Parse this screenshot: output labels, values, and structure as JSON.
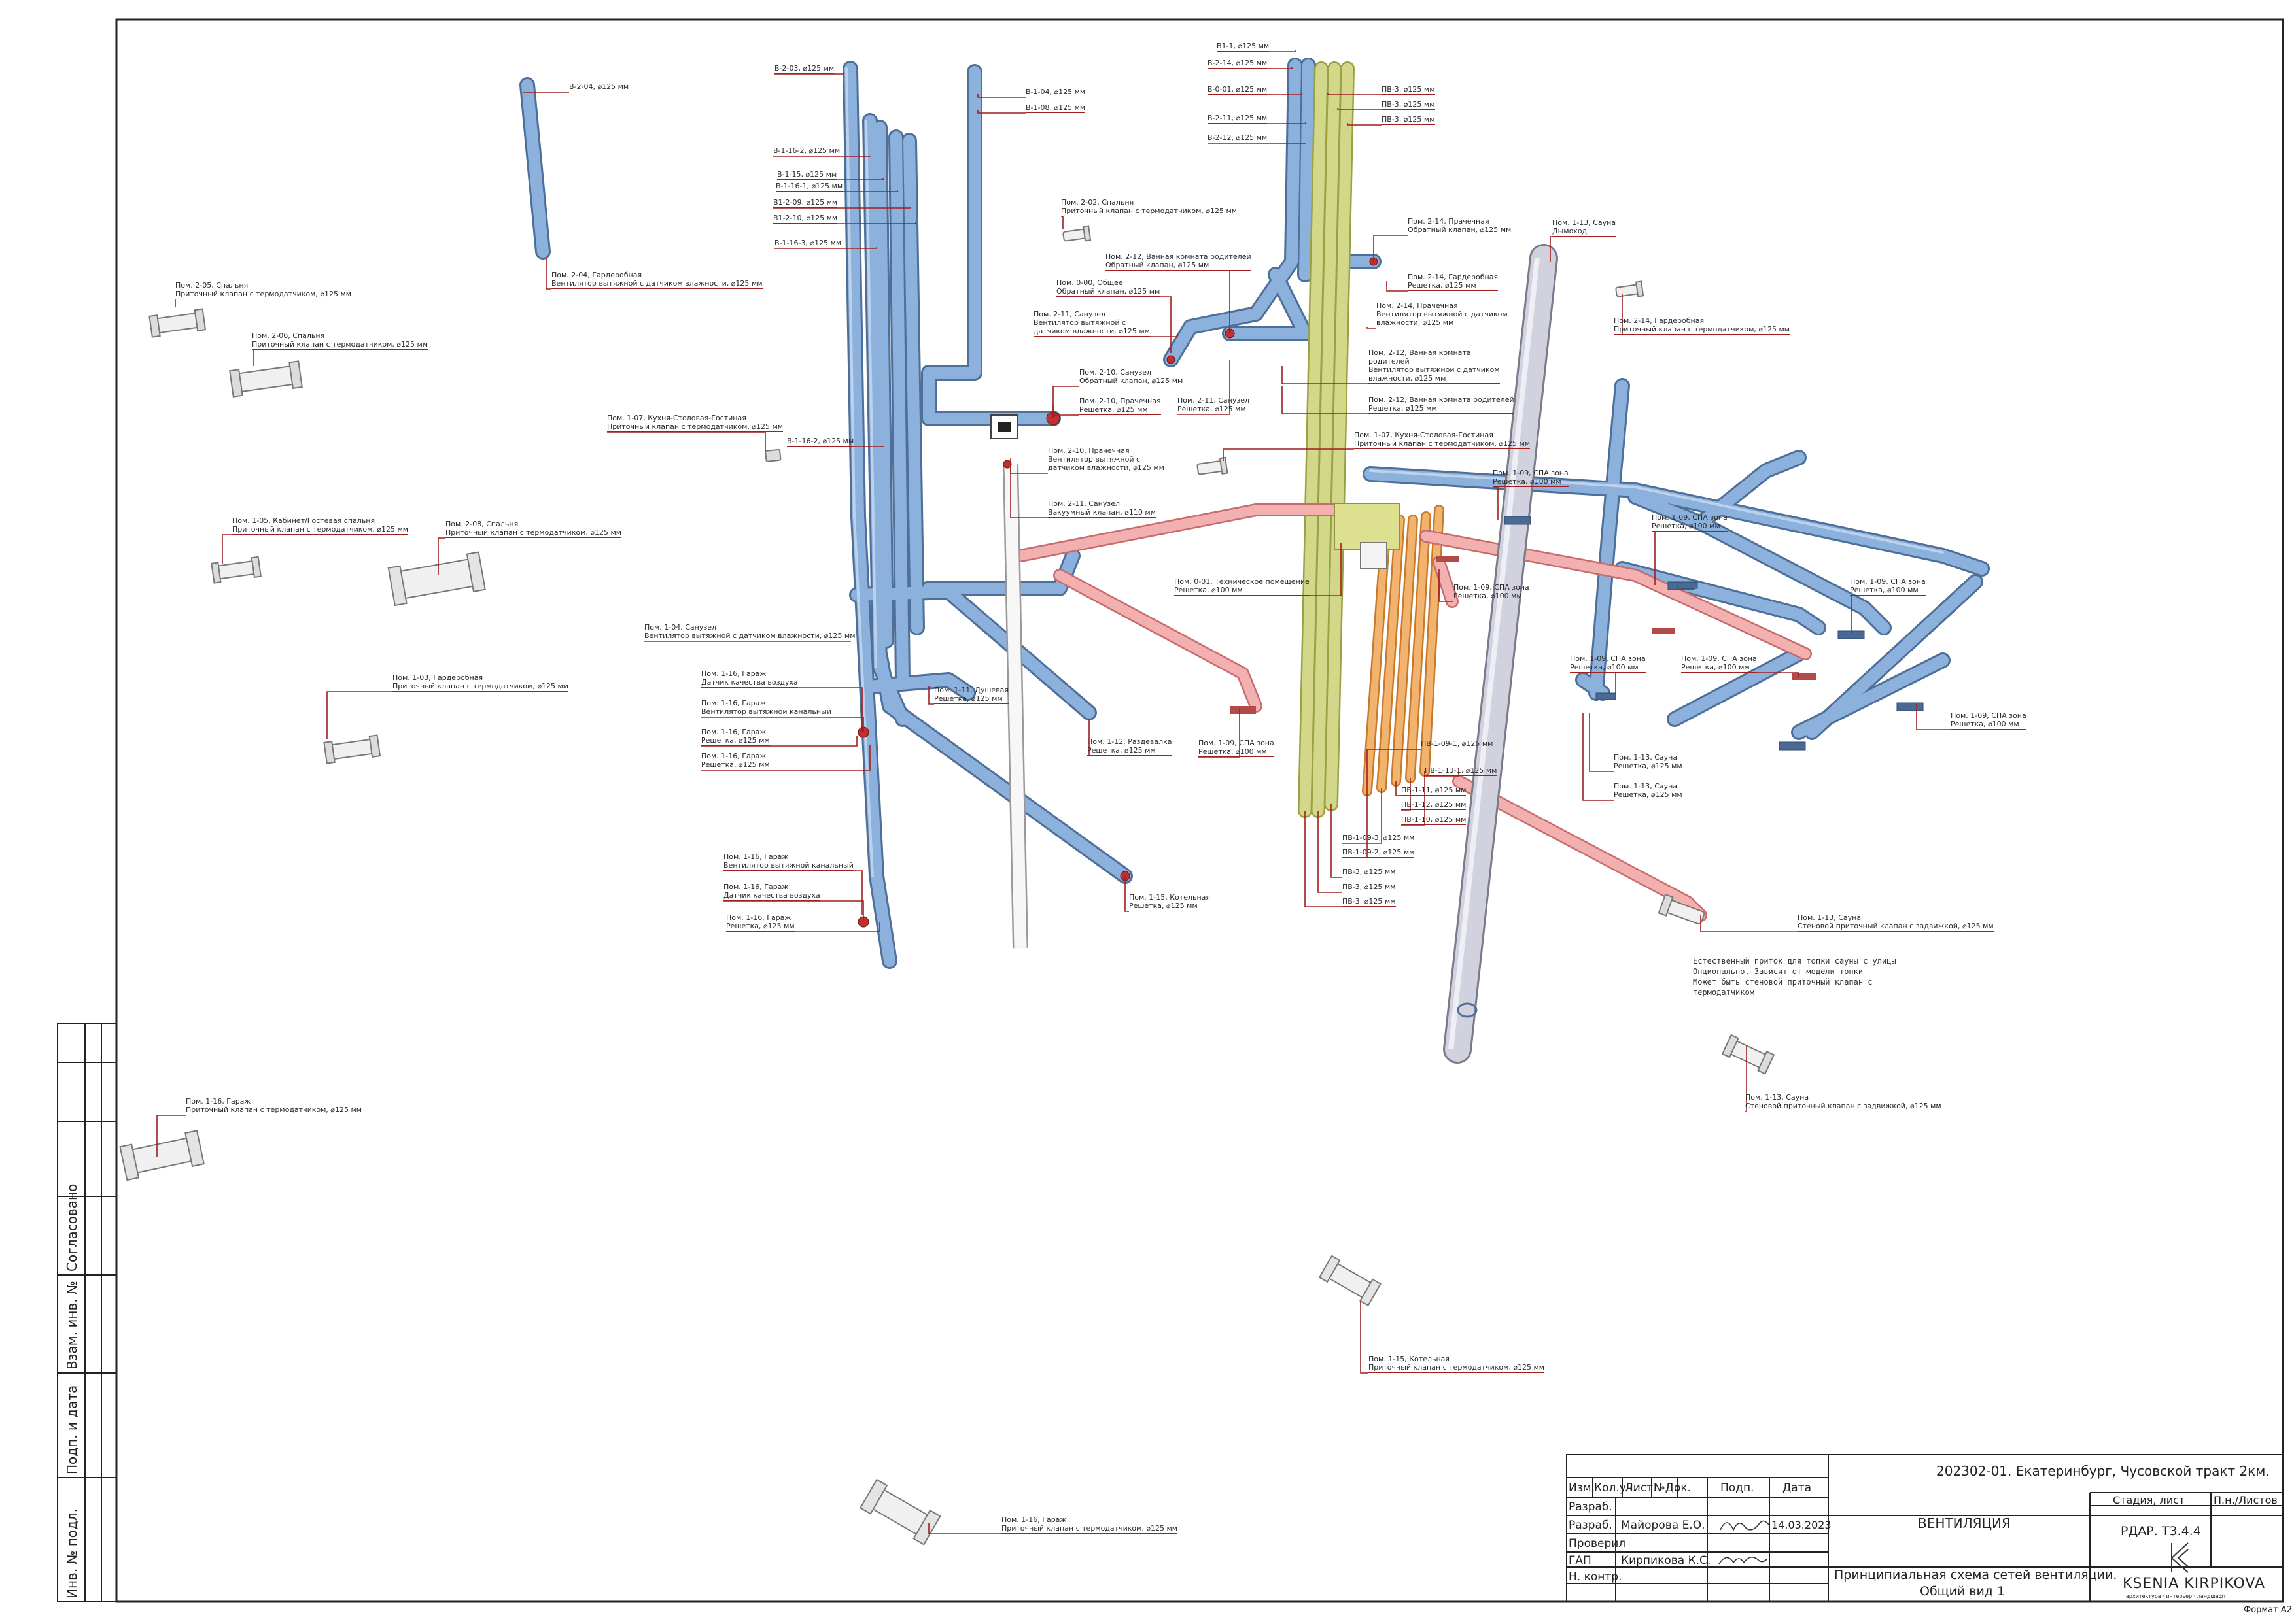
{
  "colors": {
    "duct_supply": "#7fa6d1",
    "duct_extract": "#c9cf7a",
    "duct_orange": "#eea55c",
    "duct_pink": "#f0a3a3",
    "duct_sauna": "#c9c9d6",
    "leader": "#a01f1f",
    "frame": "#222222"
  },
  "labels": [
    {
      "id": "l-b204",
      "lines": [
        "В-2-04, ⌀125 мм"
      ]
    },
    {
      "id": "l-b203",
      "lines": [
        "В-2-03, ⌀125 мм"
      ]
    },
    {
      "id": "l-b104",
      "lines": [
        "В-1-04, ⌀125 мм"
      ]
    },
    {
      "id": "l-b108",
      "lines": [
        "В-1-08, ⌀125 мм"
      ]
    },
    {
      "id": "l-b116-2",
      "lines": [
        "В-1-16-2, ⌀125 мм"
      ]
    },
    {
      "id": "l-b115",
      "lines": [
        "В-1-15, ⌀125 мм"
      ]
    },
    {
      "id": "l-b116-1",
      "lines": [
        "В-1-16-1, ⌀125 мм"
      ]
    },
    {
      "id": "l-b1209",
      "lines": [
        "В1-2-09, ⌀125 мм"
      ]
    },
    {
      "id": "l-b1210",
      "lines": [
        "В1-2-10, ⌀125 мм"
      ]
    },
    {
      "id": "l-b116-3",
      "lines": [
        "В-1-16-3, ⌀125 мм"
      ]
    },
    {
      "id": "l-b1",
      "lines": [
        "В1-1, ⌀125 мм"
      ]
    },
    {
      "id": "l-b214",
      "lines": [
        "В-2-14, ⌀125 мм"
      ]
    },
    {
      "id": "l-b001",
      "lines": [
        "В-0-01, ⌀125 мм"
      ]
    },
    {
      "id": "l-b211",
      "lines": [
        "В-2-11, ⌀125 мм"
      ]
    },
    {
      "id": "l-b212",
      "lines": [
        "В-2-12, ⌀125 мм"
      ]
    },
    {
      "id": "l-pb3a",
      "lines": [
        "ПВ-3, ⌀125 мм"
      ]
    },
    {
      "id": "l-pb3b",
      "lines": [
        "ПВ-3, ⌀125 мм"
      ]
    },
    {
      "id": "l-pb3c",
      "lines": [
        "ПВ-3, ⌀125 мм"
      ]
    },
    {
      "id": "l-204",
      "lines": [
        "Пом. 2-04, Гардеробная",
        "Вентилятор вытяжной с датчиком влажности, ⌀125 мм"
      ]
    },
    {
      "id": "l-205",
      "lines": [
        "Пом. 2-05, Спальня",
        "Приточный клапан с термодатчиком, ⌀125 мм"
      ]
    },
    {
      "id": "l-206",
      "lines": [
        "Пом. 2-06, Спальня",
        "Приточный клапан с термодатчиком, ⌀125 мм"
      ]
    },
    {
      "id": "l-202",
      "lines": [
        "Пом. 2-02, Спальня",
        "Приточный клапан с термодатчиком, ⌀125 мм"
      ]
    },
    {
      "id": "l-212a",
      "lines": [
        "Пом. 2-12, Ванная комната родителей",
        "Обратный клапан, ⌀125 мм"
      ]
    },
    {
      "id": "l-000",
      "lines": [
        "Пом. 0-00, Общее",
        "Обратный клапан, ⌀125 мм"
      ]
    },
    {
      "id": "l-211a",
      "lines": [
        "Пом. 2-11, Санузел",
        "Вентилятор вытяжной с",
        "датчиком влажности, ⌀125 мм"
      ]
    },
    {
      "id": "l-214a",
      "lines": [
        "Пом. 2-14, Прачечная",
        "Обратный клапан, ⌀125 мм"
      ]
    },
    {
      "id": "l-214b",
      "lines": [
        "Пом. 2-14, Гардеробная",
        "Решетка, ⌀125 мм"
      ]
    },
    {
      "id": "l-214c",
      "lines": [
        "Пом. 2-14, Прачечная",
        "Вентилятор вытяжной с датчиком",
        "влажности, ⌀125 мм"
      ]
    },
    {
      "id": "l-212b",
      "lines": [
        "Пом. 2-12, Ванная комната",
        "родителей",
        "Вентилятор вытяжной с датчиком",
        "влажности, ⌀125 мм"
      ]
    },
    {
      "id": "l-212c",
      "lines": [
        "Пом. 2-12, Ванная комната родителей",
        "Решетка, ⌀125 мм"
      ]
    },
    {
      "id": "l-211b",
      "lines": [
        "Пом. 2-11, Санузел",
        "Решетка, ⌀125 мм"
      ]
    },
    {
      "id": "l-210a",
      "lines": [
        "Пом. 2-10, Санузел",
        "Обратный клапан, ⌀125 мм"
      ]
    },
    {
      "id": "l-210b",
      "lines": [
        "Пом. 2-10, Прачечная",
        "Решетка, ⌀125 мм"
      ]
    },
    {
      "id": "l-210c",
      "lines": [
        "Пом. 2-10, Прачечная",
        "Вентилятор вытяжной с",
        "датчиком влажности, ⌀125 мм"
      ]
    },
    {
      "id": "l-211c",
      "lines": [
        "Пом. 2-11, Санузел",
        "Вакуумный клапан, ⌀110 мм"
      ]
    },
    {
      "id": "l-107a",
      "lines": [
        "Пом. 1-07, Кухня-Столовая-Гостиная",
        "Приточный клапан с термодатчиком, ⌀125 мм"
      ]
    },
    {
      "id": "l-b116-2b",
      "lines": [
        "В-1-16-2, ⌀125 мм"
      ]
    },
    {
      "id": "l-105",
      "lines": [
        "Пом. 1-05, Кабинет/Гостевая спальня",
        "Приточный клапан с термодатчиком, ⌀125 мм"
      ]
    },
    {
      "id": "l-208",
      "lines": [
        "Пом. 2-08, Спальня",
        "Приточный клапан с термодатчиком, ⌀125 мм"
      ]
    },
    {
      "id": "l-104",
      "lines": [
        "Пом. 1-04, Санузел",
        "Вентилятор вытяжной с датчиком влажности, ⌀125 мм"
      ]
    },
    {
      "id": "l-103",
      "lines": [
        "Пом. 1-03, Гардеробная",
        "Приточный клапан с термодатчиком, ⌀125 мм"
      ]
    },
    {
      "id": "l-116a",
      "lines": [
        "Пом. 1-16, Гараж",
        "Датчик качества воздуха"
      ]
    },
    {
      "id": "l-116b",
      "lines": [
        "Пом. 1-16, Гараж",
        "Вентилятор вытяжной канальный"
      ]
    },
    {
      "id": "l-116c",
      "lines": [
        "Пом. 1-16, Гараж",
        "Решетка, ⌀125 мм"
      ]
    },
    {
      "id": "l-116d",
      "lines": [
        "Пом. 1-16, Гараж",
        "Решетка, ⌀125 мм"
      ]
    },
    {
      "id": "l-111",
      "lines": [
        "Пом. 1-11, Душевая",
        "Решетка, ⌀125 мм"
      ]
    },
    {
      "id": "l-112",
      "lines": [
        "Пом. 1-12, Раздевалка",
        "Решетка, ⌀125 мм"
      ]
    },
    {
      "id": "l-001",
      "lines": [
        "Пом. 0-01, Техническое помещение",
        "Решетка, ⌀100 мм"
      ]
    },
    {
      "id": "l-109a",
      "lines": [
        "Пом. 1-09, СПА зона",
        "Решетка, ⌀100 мм"
      ]
    },
    {
      "id": "l-107b",
      "lines": [
        "Пом. 1-07, Кухня-Столовая-Гостиная",
        "Приточный клапан с термодатчиком, ⌀125 мм"
      ]
    },
    {
      "id": "l-109b",
      "lines": [
        "Пом. 1-09, СПА зона",
        "Решетка, ⌀100 мм"
      ]
    },
    {
      "id": "l-109c",
      "lines": [
        "Пом. 1-09, СПА зона",
        "Решетка, ⌀100 мм"
      ]
    },
    {
      "id": "l-109d",
      "lines": [
        "Пом. 1-09, СПА зона",
        "Решетка, ⌀100 мм"
      ]
    },
    {
      "id": "l-109e",
      "lines": [
        "Пом. 1-09, СПА зона",
        "Решетка, ⌀100 мм"
      ]
    },
    {
      "id": "l-109f",
      "lines": [
        "Пом. 1-09, СПА зона",
        "Решетка, ⌀100 мм"
      ]
    },
    {
      "id": "l-109g",
      "lines": [
        "Пом. 1-09, СПА зона",
        "Решетка, ⌀100 мм"
      ]
    },
    {
      "id": "l-109h",
      "lines": [
        "Пом. 1-09, СПА зона",
        "Решетка, ⌀100 мм"
      ]
    },
    {
      "id": "l-113a",
      "lines": [
        "Пом. 1-13, Сауна",
        "Дымоход"
      ]
    },
    {
      "id": "l-214d",
      "lines": [
        "Пом. 2-14, Гардеробная",
        "Приточный клапан с термодатчиком, ⌀125 мм"
      ]
    },
    {
      "id": "l-113b",
      "lines": [
        "Пом. 1-13, Сауна",
        "Решетка, ⌀125 мм"
      ]
    },
    {
      "id": "l-113c",
      "lines": [
        "Пом. 1-13, Сауна",
        "Решетка, ⌀125 мм"
      ]
    },
    {
      "id": "l-pb1091",
      "lines": [
        "ПВ-1-09-1, ⌀125 мм"
      ]
    },
    {
      "id": "l-pb1131",
      "lines": [
        "ПВ-1-13-1, ⌀125 мм"
      ]
    },
    {
      "id": "l-pb111",
      "lines": [
        "ПВ-1-11, ⌀125 мм"
      ]
    },
    {
      "id": "l-pb112",
      "lines": [
        "ПВ-1-12, ⌀125 мм"
      ]
    },
    {
      "id": "l-pb110",
      "lines": [
        "ПВ-1-10, ⌀125 мм"
      ]
    },
    {
      "id": "l-pb1093",
      "lines": [
        "ПВ-1-09-3, ⌀125 мм"
      ]
    },
    {
      "id": "l-pb1092",
      "lines": [
        "ПВ-1-09-2, ⌀125 мм"
      ]
    },
    {
      "id": "l-pb3d",
      "lines": [
        "ПВ-3, ⌀125 мм"
      ]
    },
    {
      "id": "l-pb3e",
      "lines": [
        "ПВ-3, ⌀125 мм"
      ]
    },
    {
      "id": "l-pb3f",
      "lines": [
        "ПВ-3, ⌀125 мм"
      ]
    },
    {
      "id": "l-115a",
      "lines": [
        "Пом. 1-15, Котельная",
        "Решетка, ⌀125 мм"
      ]
    },
    {
      "id": "l-116e",
      "lines": [
        "Пом. 1-16, Гараж",
        "Вентилятор вытяжной канальный"
      ]
    },
    {
      "id": "l-116f",
      "lines": [
        "Пом. 1-16, Гараж",
        "Датчик качества воздуха"
      ]
    },
    {
      "id": "l-116g",
      "lines": [
        "Пом. 1-16, Гараж",
        "Решетка, ⌀125 мм"
      ]
    },
    {
      "id": "l-113d",
      "lines": [
        "Пом. 1-13, Сауна",
        "Стеновой приточный клапан с задвижкой, ⌀125 мм"
      ]
    },
    {
      "id": "l-113e",
      "lines": [
        "Пом. 1-13, Сауна",
        "Стеновой приточный клапан с задвижкой, ⌀125 мм"
      ]
    },
    {
      "id": "l-116h",
      "lines": [
        "Пом. 1-16, Гараж",
        "Приточный клапан с термодатчиком, ⌀125 мм"
      ]
    },
    {
      "id": "l-115b",
      "lines": [
        "Пом. 1-15, Котельная",
        "Приточный клапан с термодатчиком, ⌀125 мм"
      ]
    },
    {
      "id": "l-116i",
      "lines": [
        "Пом. 1-16, Гараж",
        "Приточный клапан с термодатчиком, ⌀125 мм"
      ]
    }
  ],
  "sauna_note": [
    "Естественный приток для топки сауны с улицы",
    "Опционально. Зависит от модели топки",
    "Может быть стеновой приточный клапан с",
    "термодатчиком"
  ],
  "side_stamps": [
    "Согласовано",
    "Взам. инв. №",
    "Подп. и дата",
    "Инв. № подл."
  ],
  "title_block": {
    "headers": [
      "Изм.",
      "Кол.уч.",
      "Лист",
      "№Док.",
      "Подп.",
      "Дата"
    ],
    "roles": [
      "Разраб.",
      "Разраб.",
      "Проверил",
      "ГАП",
      "Н. контр."
    ],
    "names": [
      "",
      "Майорова Е.О.",
      "",
      "Кирпикова К.С.",
      ""
    ],
    "date": "14.03.2023",
    "project": "202302-01. Екатеринбург, Чусовской тракт 2км.",
    "section": "ВЕНТИЛЯЦИЯ",
    "stage_header": "Стадия, лист",
    "sheets_header": "П.н./Листов",
    "stage": "РДАР. Т3.4.4",
    "drawing": [
      "Принципиальная схема сетей вентиляции.",
      "Общий вид 1"
    ],
    "logo": "KSENIA KIRPIKOVA",
    "logo_sub": "архитектура · интерьер · ландшафт"
  },
  "format": "Формат А2"
}
